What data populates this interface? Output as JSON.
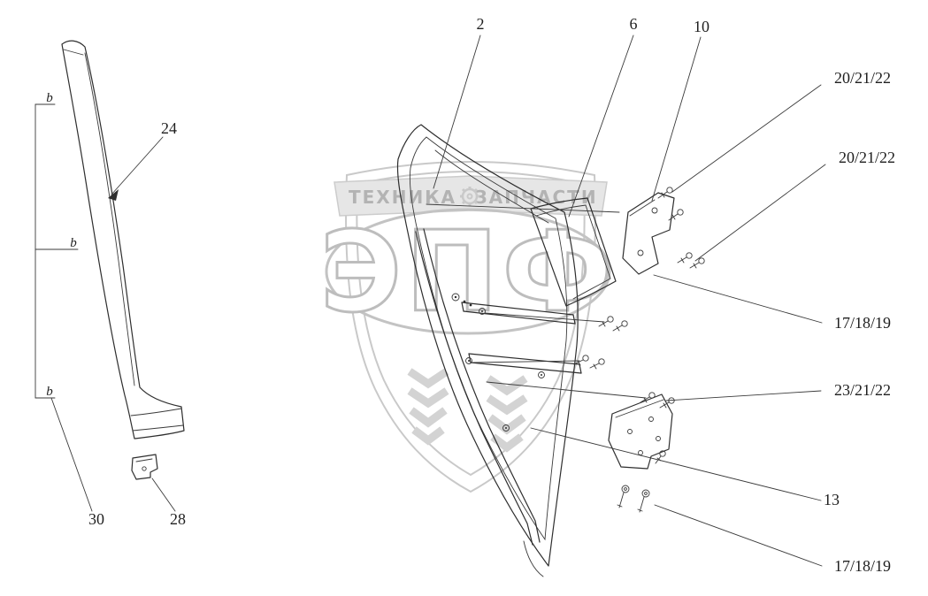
{
  "page": {
    "background": "#ffffff"
  },
  "colors": {
    "line": "#2e2e2e",
    "label_text": "#1f1f1f",
    "watermark_gray": "#c9c9c9"
  },
  "watermark": {
    "brand": "ЭПФ",
    "banner_left": "ТЕХНИКА",
    "banner_right": "ЗАПЧАСТИ"
  },
  "callouts": {
    "part2": "2",
    "part6": "6",
    "part10": "10",
    "group20_21_22_top": "20/21/22",
    "group20_21_22_mid": "20/21/22",
    "group17_18_19_mid": "17/18/19",
    "group23_21_22": "23/21/22",
    "part13": "13",
    "group17_18_19_bottom": "17/18/19",
    "part24": "24",
    "part30": "30",
    "part28": "28",
    "section_b_top": "b",
    "section_b_mid": "b",
    "section_b_bottom": "b"
  }
}
